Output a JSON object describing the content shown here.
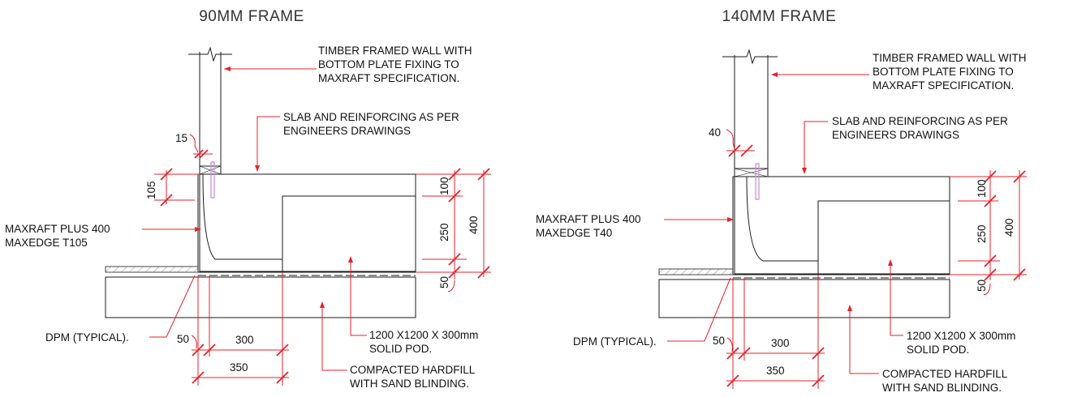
{
  "details": [
    {
      "title": "90MM FRAME",
      "wall_note": [
        "TIMBER FRAMED WALL WITH",
        "BOTTOM PLATE FIXING TO",
        "MAXRAFT SPECIFICATION."
      ],
      "slab_note": [
        "SLAB AND REINFORCING AS PER",
        "ENGINEERS DRAWINGS"
      ],
      "edge_note": [
        "MAXRAFT PLUS 400",
        "MAXEDGE T105"
      ],
      "dpm_note": "DPM (TYPICAL).",
      "pod_note": [
        "1200 X1200 X 300mm",
        "SOLID POD."
      ],
      "fill_note": [
        "COMPACTED HARDFILL",
        "WITH SAND BLINDING."
      ],
      "dims": {
        "gap": "15",
        "edge_height": "105",
        "slab": "100",
        "pod": "250",
        "total": "400",
        "blinding": "50",
        "dpm_offset": "50",
        "rib": "300",
        "edge_width": "350"
      }
    },
    {
      "title": "140MM FRAME",
      "wall_note": [
        "TIMBER FRAMED WALL WITH",
        "BOTTOM PLATE FIXING TO",
        "MAXRAFT SPECIFICATION."
      ],
      "slab_note": [
        "SLAB AND REINFORCING AS PER",
        "ENGINEERS DRAWINGS"
      ],
      "edge_note": [
        "MAXRAFT PLUS 400",
        "MAXEDGE T40"
      ],
      "dpm_note": "DPM (TYPICAL).",
      "pod_note": [
        "1200 X1200 X 300mm",
        "SOLID POD."
      ],
      "fill_note": [
        "COMPACTED HARDFILL",
        "WITH SAND BLINDING."
      ],
      "dims": {
        "gap": "40",
        "slab": "100",
        "pod": "250",
        "total": "400",
        "blinding": "50",
        "dpm_offset": "50",
        "rib": "300",
        "edge_width": "350"
      }
    }
  ],
  "colors": {
    "leader": "#e8202a",
    "line": "#1a1a1a",
    "bolt": "#c58ad6"
  }
}
